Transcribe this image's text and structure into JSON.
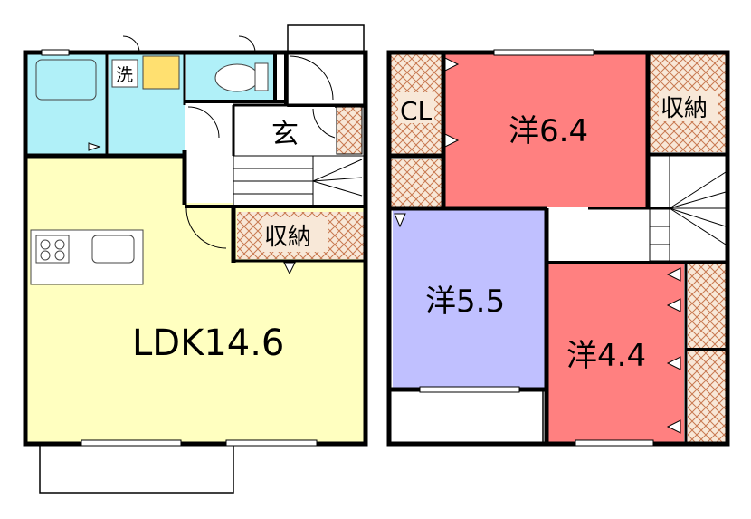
{
  "floor1": {
    "ldk_label": "LDK14.6",
    "entrance_label": "玄",
    "storage_label": "収納",
    "washroom_label": "洗"
  },
  "floor2": {
    "room_a_label": "洋6.4",
    "room_b_label": "洋5.5",
    "room_c_label": "洋4.4",
    "closet_label": "CL",
    "storage_label": "収納"
  },
  "colors": {
    "ldk": "#FFFFC0",
    "wet_area": "#B0F0F8",
    "western_pink": "#FF8080",
    "western_blue": "#C0C0FF",
    "storage_hatch": "#D08060",
    "storage_bg": "#F8E8D8",
    "wall": "#000000"
  }
}
